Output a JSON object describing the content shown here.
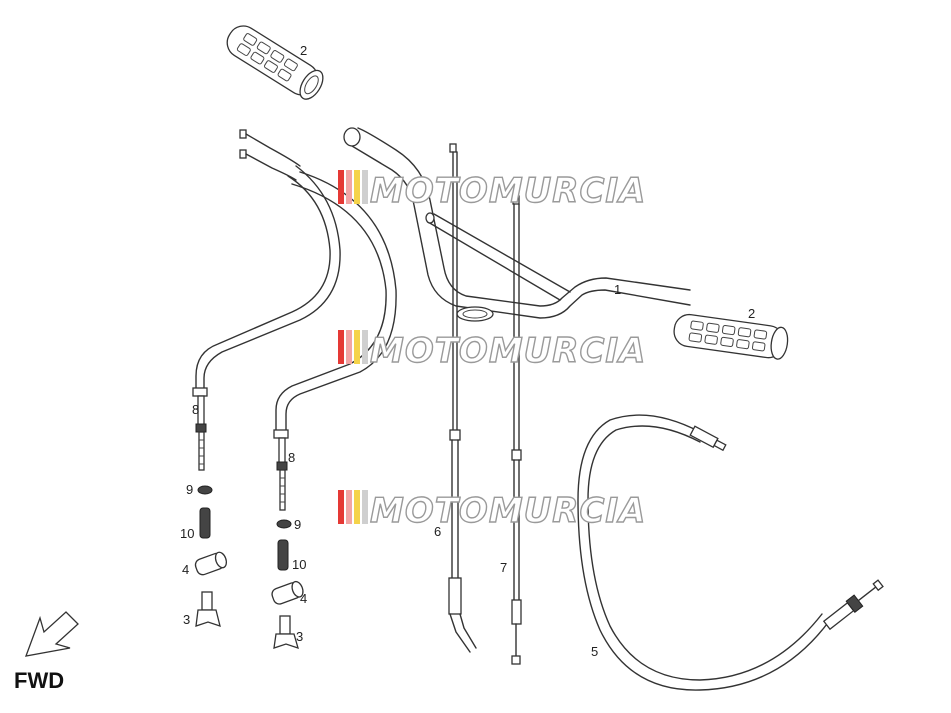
{
  "labels": {
    "handlebar": "1",
    "grip_top": "2",
    "grip_right": "2",
    "adjuster_left": "8",
    "adjuster_right": "8",
    "nut_left": "9",
    "nut_right": "9",
    "boot_left": "10",
    "boot_right": "10",
    "holder_left": "4",
    "holder_right": "4",
    "clip_left": "3",
    "clip_right": "3",
    "cable_6": "6",
    "cable_7": "7",
    "cable_5": "5"
  },
  "direction": "FWD",
  "watermark": {
    "text": "MOTOMURCIA",
    "stripe_colors": [
      "#e53935",
      "#f2a5a5",
      "#f5d34a",
      "#cfcfcf"
    ]
  }
}
